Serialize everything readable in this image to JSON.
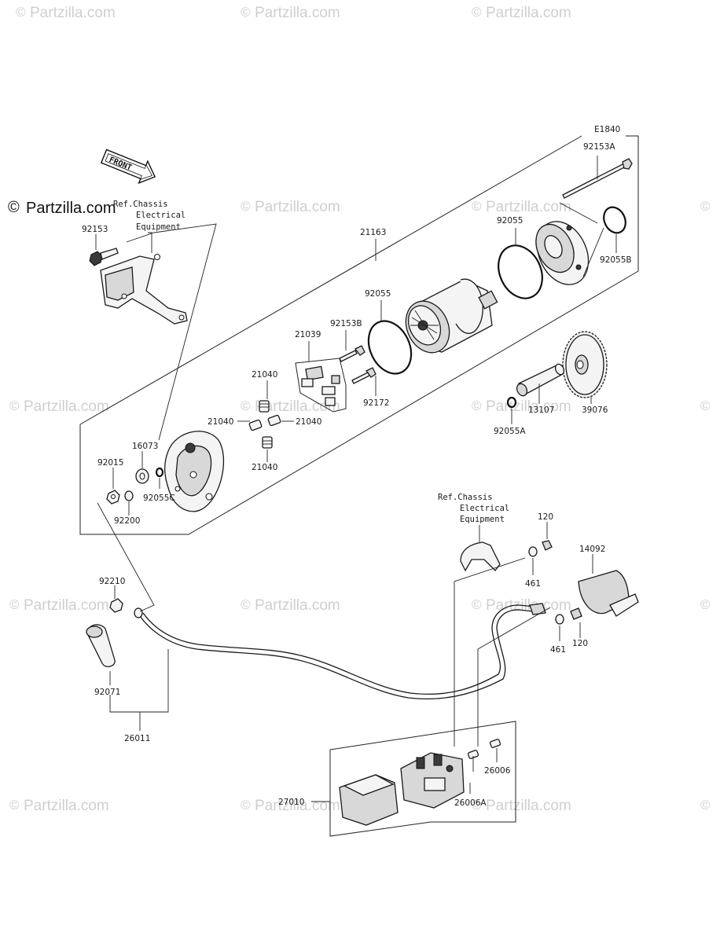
{
  "diagram_code": "E1840",
  "brand": {
    "symbol": "©",
    "name": "Partzilla.com"
  },
  "watermark": "Partzilla.com",
  "front_label": "FRONT",
  "ref_chassis": {
    "line1": "Ref.Chassis",
    "line2": "Electrical",
    "line3": "Equipment"
  },
  "parts": {
    "p92153A": "92153A",
    "p92055_top": "92055",
    "p92055B": "92055B",
    "p21163": "21163",
    "p92153": "92153",
    "p92055_mid": "92055",
    "p21039": "21039",
    "p92153B": "92153B",
    "p21040_a": "21040",
    "p92172": "92172",
    "p92055A": "92055A",
    "p13107": "13107",
    "p39076": "39076",
    "p21040_b": "21040",
    "p21040_c": "21040",
    "p16073": "16073",
    "p21040_d": "21040",
    "p92015": "92015",
    "p92055C": "92055C",
    "p92200": "92200",
    "p120_top": "120",
    "p14092": "14092",
    "p461_top": "461",
    "p92210": "92210",
    "p461_bot": "461",
    "p120_bot": "120",
    "p92071": "92071",
    "p26011": "26011",
    "p26006": "26006",
    "p27010": "27010",
    "p26006A": "26006A"
  }
}
